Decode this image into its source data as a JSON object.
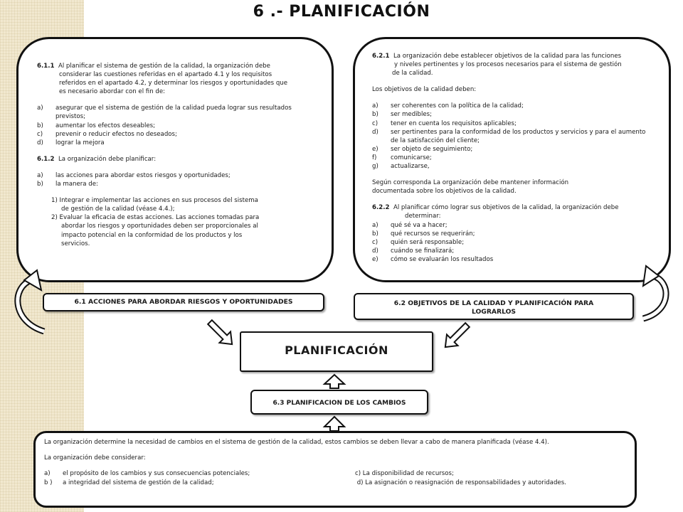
{
  "title": "6 .- PLANIFICACIÓN",
  "left_box": {
    "p611_num": "6.1.1",
    "p611_text": "Al planificar el sistema de gestión de la calidad, la organización debe considerar las cuestiones referidas en el apartado 4.1 y los requisitos referidos en el apartado 4.2, y determinar los riesgos y oportunidades que es necesario abordar con el fin de:",
    "p611_l1": "Al planificar el sistema de gestión de la calidad, la organización debe",
    "p611_l2": "considerar las cuestiones referidas en el apartado 4.1 y los requisitos",
    "p611_l3": "referidos en el apartado 4.2, y determinar los riesgos y oportunidades que",
    "p611_l4": "es necesario abordar con el fin de:",
    "items": [
      {
        "letter": "a)",
        "text": "asegurar que el sistema de gestión de la calidad pueda lograr sus resultados",
        "cont": "previstos;"
      },
      {
        "letter": "b)",
        "text": "aumentar los efectos deseables;"
      },
      {
        "letter": "c)",
        "text": "prevenir o reducir efectos no deseados;"
      },
      {
        "letter": "d)",
        "text": "lograr la mejora"
      }
    ],
    "p612_num": "6.1.2",
    "p612_text": "La organización debe planificar:",
    "items2": [
      {
        "letter": "a)",
        "text": "las acciones para abordar estos riesgos y oportunidades;"
      },
      {
        "letter": "b)",
        "text": "la manera de:"
      }
    ],
    "sub": [
      {
        "l1": "1) Integrar e implementar las acciones en sus procesos del sistema",
        "l2": "de gestión de la calidad (véase 4.4.);"
      },
      {
        "l1": "2) Evaluar la eficacia de estas acciones. Las acciones tomadas para",
        "l2": "abordar los riesgos y oportunidades deben ser proporcionales al",
        "l3": "impacto potencial en la conformidad de los productos y los",
        "l4": "servicios."
      }
    ]
  },
  "right_box": {
    "p621_num": "6.2.1",
    "p621_l1": "La organización debe establecer objetivos de la calidad para las funciones",
    "p621_l2": "y niveles pertinentes y los procesos necesarios para el sistema de gestión",
    "p621_l3": "de la calidad.",
    "objectives_intro": "Los objetivos de la calidad deben:",
    "items": [
      {
        "letter": "a)",
        "text": "ser coherentes con la política de la calidad;"
      },
      {
        "letter": "b)",
        "text": "ser medibles;"
      },
      {
        "letter": "c)",
        "text": "tener en cuenta los requisitos aplicables;"
      },
      {
        "letter": "d)",
        "text": "ser pertinentes para la conformidad de los productos y servicios y para el aumento",
        "cont": "de la satisfacción del cliente;"
      },
      {
        "letter": "e)",
        "text": "ser objeto de seguimiento;"
      },
      {
        "letter": "f)",
        "text": "comunicarse;"
      },
      {
        "letter": "g)",
        "text": "actualizarse,"
      }
    ],
    "doc_l1": "Según corresponda La organización debe mantener información",
    "doc_l2": "documentada sobre los objetivos de la calidad.",
    "p622_num": "6.2.2",
    "p622_l1": "Al planificar cómo lograr sus objetivos de la calidad, la organización debe",
    "p622_l2": "determinar:",
    "items2": [
      {
        "letter": "a)",
        "text": "qué sé va a hacer;"
      },
      {
        "letter": "b)",
        "text": "qué recursos se requerirán;"
      },
      {
        "letter": "c)",
        "text": "quién será responsable;"
      },
      {
        "letter": "d)",
        "text": "cuándo se finalizará;"
      },
      {
        "letter": "e)",
        "text": "cómo se evaluarán los resultados"
      }
    ]
  },
  "labels": {
    "s61": "6.1 ACCIONES PARA ABORDAR RIESGOS Y OPORTUNIDADES",
    "s62_l1": "6.2 OBJETIVOS DE LA CALIDAD Y PLANIFICACIÓN PARA",
    "s62_l2": "LOGRARLOS",
    "s63": "6.3 PLANIFICACION DE LOS CAMBIOS",
    "planificacion": "PLANIFICACIÓN"
  },
  "bottom_box": {
    "p1": "La organización determine la necesidad de cambios en el sistema de gestión de la calidad, estos cambios se deben llevar a cabo de manera planificada (véase 4.4).",
    "p2": "La organización debe considerar:",
    "col_a": [
      {
        "letter": "a)",
        "text": "el propósito de los cambios y sus consecuencias potenciales;"
      },
      {
        "letter": "b )",
        "text": "a integridad del sistema de gestión de la calidad;"
      }
    ],
    "col_b": [
      {
        "text": "c) La disponibilidad de recursos;"
      },
      {
        "text": " d) La asignación o reasignación de responsabilidades y autoridades."
      }
    ]
  }
}
